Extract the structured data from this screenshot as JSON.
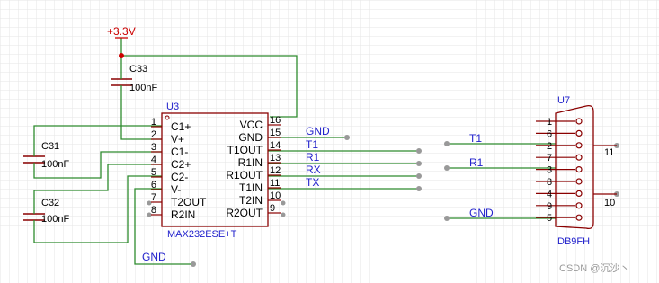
{
  "power": {
    "label": "+3.3V"
  },
  "caps": [
    {
      "ref": "C33",
      "value": "100nF"
    },
    {
      "ref": "C31",
      "value": "100nF"
    },
    {
      "ref": "C32",
      "value": "100nF"
    }
  ],
  "u3": {
    "ref": "U3",
    "part": "MAX232ESE+T",
    "pins_left": [
      {
        "num": "1",
        "name": "C1+"
      },
      {
        "num": "2",
        "name": "V+"
      },
      {
        "num": "3",
        "name": "C1-"
      },
      {
        "num": "4",
        "name": "C2+"
      },
      {
        "num": "5",
        "name": "C2-"
      },
      {
        "num": "6",
        "name": "V-"
      },
      {
        "num": "7",
        "name": "T2OUT"
      },
      {
        "num": "8",
        "name": "R2IN"
      }
    ],
    "pins_right": [
      {
        "num": "16",
        "name": "VCC"
      },
      {
        "num": "15",
        "name": "GND"
      },
      {
        "num": "14",
        "name": "T1OUT"
      },
      {
        "num": "13",
        "name": "R1IN"
      },
      {
        "num": "12",
        "name": "R1OUT"
      },
      {
        "num": "11",
        "name": "T1IN"
      },
      {
        "num": "10",
        "name": "T2IN"
      },
      {
        "num": "9",
        "name": "R2OUT"
      }
    ]
  },
  "u3_nets": {
    "gnd": "GND",
    "t1": "T1",
    "r1": "R1",
    "rx": "RX",
    "tx": "TX",
    "gnd_bottom": "GND"
  },
  "u7": {
    "ref": "U7",
    "part": "DB9FH",
    "pins": [
      "1",
      "6",
      "2",
      "7",
      "3",
      "8",
      "4",
      "9",
      "5"
    ],
    "shell_pins": [
      "11",
      "10"
    ]
  },
  "u7_nets": {
    "t1": "T1",
    "r1": "R1",
    "gnd": "GND"
  },
  "watermark": "CSDN @沉沙丶"
}
